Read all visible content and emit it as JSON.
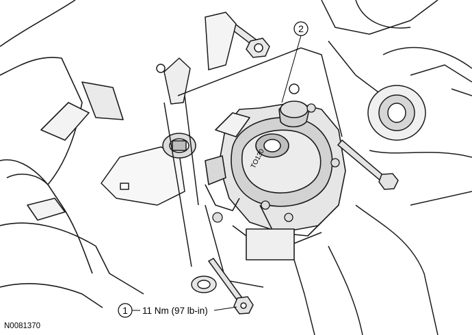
{
  "callouts": [
    {
      "number": "1",
      "text": "11 Nm (97 lb-in)"
    },
    {
      "number": "2",
      "text": ""
    }
  ],
  "figure_id": "N0081370",
  "part_marking": "TO130"
}
